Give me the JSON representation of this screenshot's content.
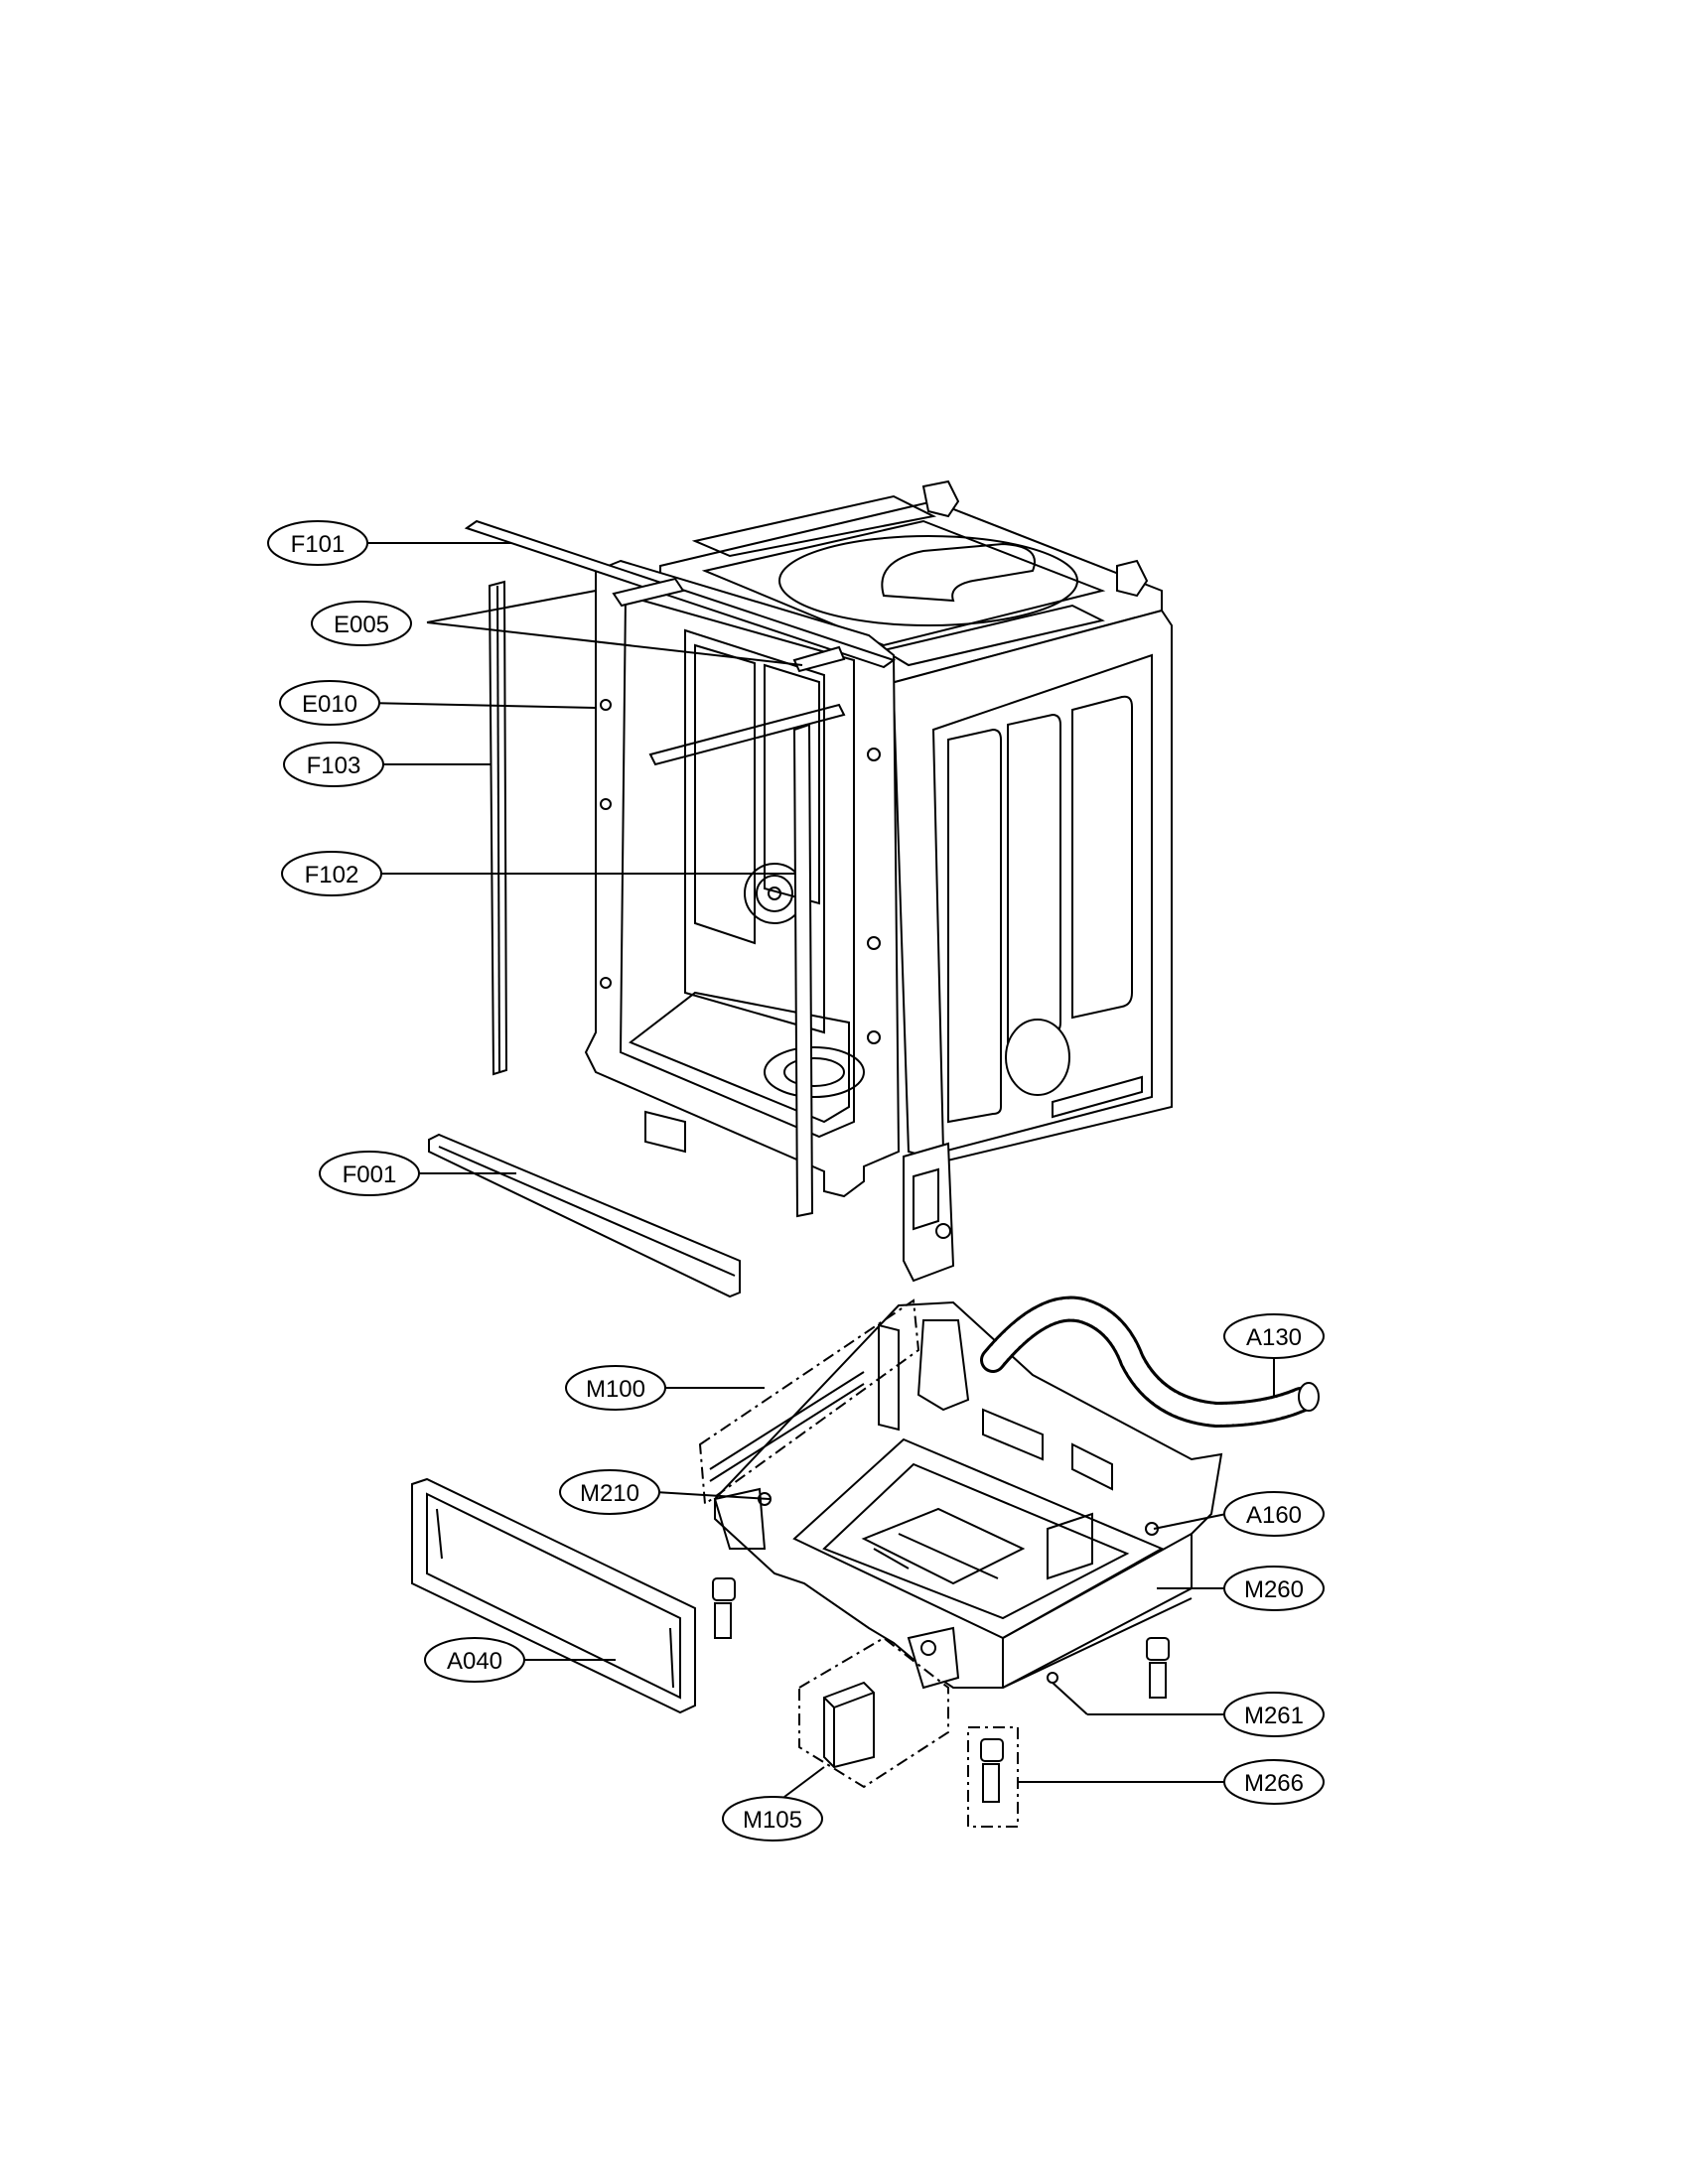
{
  "labels": [
    {
      "id": "F101",
      "text": "F101"
    },
    {
      "id": "E005",
      "text": "E005"
    },
    {
      "id": "E010",
      "text": "E010"
    },
    {
      "id": "F103",
      "text": "F103"
    },
    {
      "id": "F102",
      "text": "F102"
    },
    {
      "id": "F001",
      "text": "F001"
    },
    {
      "id": "A130",
      "text": "A130"
    },
    {
      "id": "M100",
      "text": "M100"
    },
    {
      "id": "M210",
      "text": "M210"
    },
    {
      "id": "A160",
      "text": "A160"
    },
    {
      "id": "M260",
      "text": "M260"
    },
    {
      "id": "A040",
      "text": "A040"
    },
    {
      "id": "M261",
      "text": "M261"
    },
    {
      "id": "M266",
      "text": "M266"
    },
    {
      "id": "M105",
      "text": "M105"
    }
  ]
}
